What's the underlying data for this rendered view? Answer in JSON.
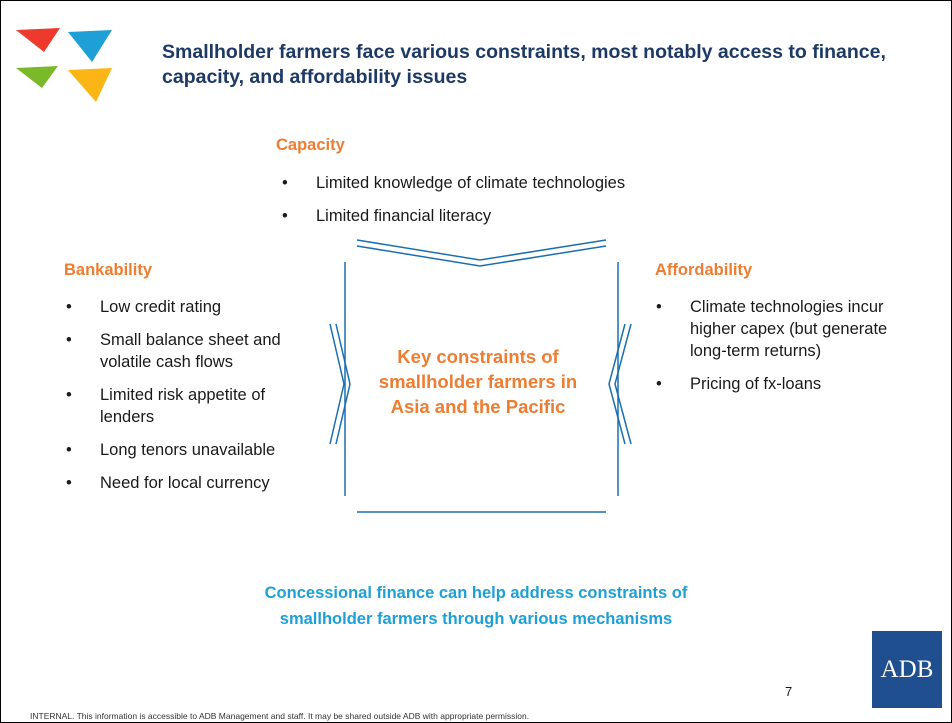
{
  "title": "Smallholder farmers face various constraints, most notably access to finance, capacity, and affordability issues",
  "capacity": {
    "heading": "Capacity",
    "items": [
      "Limited knowledge of climate technologies",
      "Limited financial literacy"
    ]
  },
  "bankability": {
    "heading": "Bankability",
    "items": [
      "Low credit rating",
      "Small balance sheet and volatile cash flows",
      "Limited risk appetite of lenders",
      "Long tenors unavailable",
      "Need for local currency"
    ]
  },
  "affordability": {
    "heading": "Affordability",
    "items": [
      "Climate technologies incur higher capex (but generate long-term returns)",
      "Pricing of fx-loans"
    ]
  },
  "center": {
    "text": "Key constraints of smallholder farmers in Asia and the Pacific"
  },
  "conclusion": {
    "text": "Concessional finance can help address constraints of smallholder farmers through various mechanisms"
  },
  "page_number": "7",
  "logo_text": "ADB",
  "footer": "INTERNAL. This information is accessible to ADB Management and staff. It may be shared outside ADB with appropriate permission.",
  "colors": {
    "title": "#1d3a66",
    "heading": "#ee7d31",
    "accent": "#1ea0d6",
    "adb": "#1f4f8f"
  }
}
